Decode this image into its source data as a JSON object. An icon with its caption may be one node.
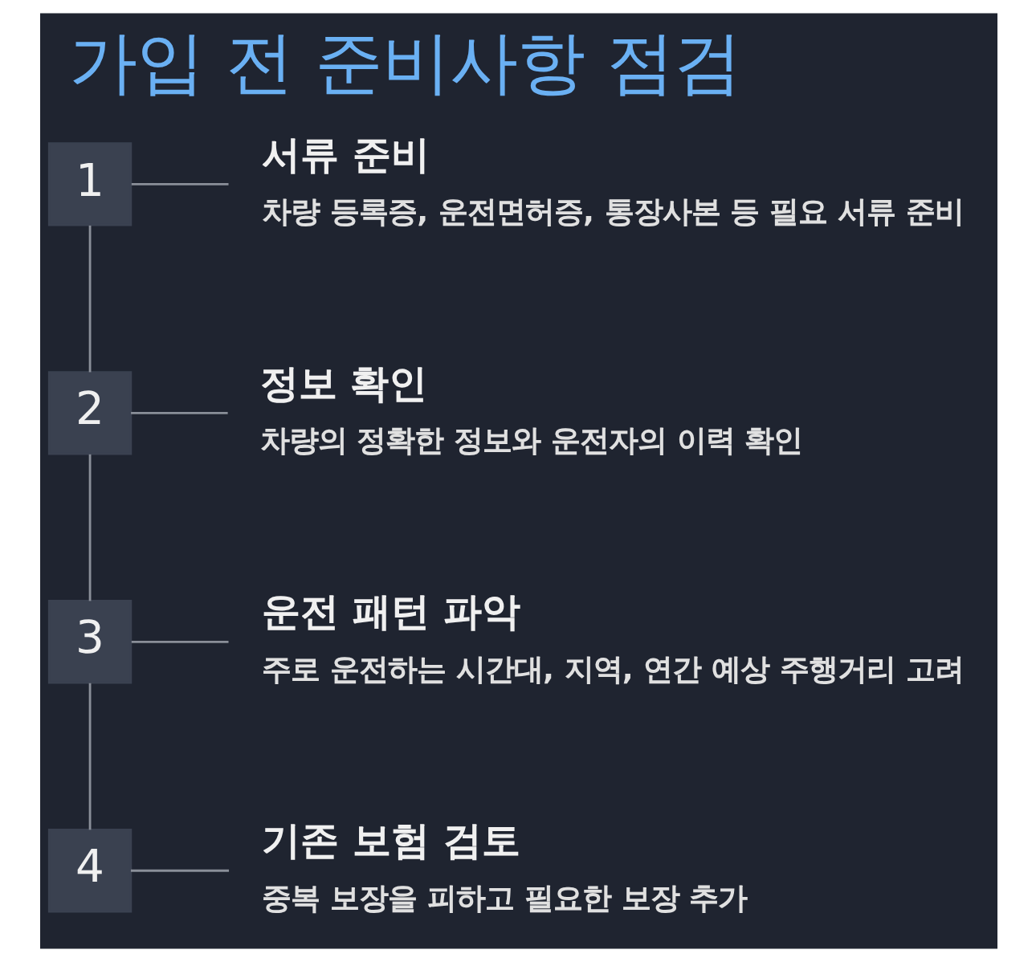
{
  "diagram": {
    "title": "가입 전 준비사항 점검",
    "nodes": [
      {
        "text": [
          "1"
        ]
      },
      {
        "text": [
          "서류 준비",
          "차량 등록증, 운전면허증, 통장사본 등 필요 서류 준비"
        ]
      },
      {
        "text": [
          "2"
        ]
      },
      {
        "text": [
          "정보 확인",
          "차량의 정확한 정보와 운전자의 이력 확인"
        ]
      },
      {
        "text": [
          "3"
        ]
      },
      {
        "text": [
          "운전 패턴 파악",
          "주로 운전하는 시간대, 지역, 연간 예상 주행거리 고려"
        ]
      },
      {
        "text": [
          "4"
        ]
      },
      {
        "text": [
          "기존 보험 검토",
          "중복 보장을 피하고 필요한 보장 추가"
        ]
      }
    ],
    "edges": [
      {
        "from": 0,
        "to": 1,
        "arrow": "none"
      },
      {
        "from": 2,
        "to": 3,
        "arrow": "none"
      },
      {
        "from": 4,
        "to": 5,
        "arrow": "none"
      },
      {
        "from": 6,
        "to": 7,
        "arrow": "none"
      },
      {
        "from": 0,
        "to": 2,
        "arrow": "none"
      },
      {
        "from": 2,
        "to": 4,
        "arrow": "none"
      },
      {
        "from": 4,
        "to": 6,
        "arrow": "none"
      }
    ]
  }
}
